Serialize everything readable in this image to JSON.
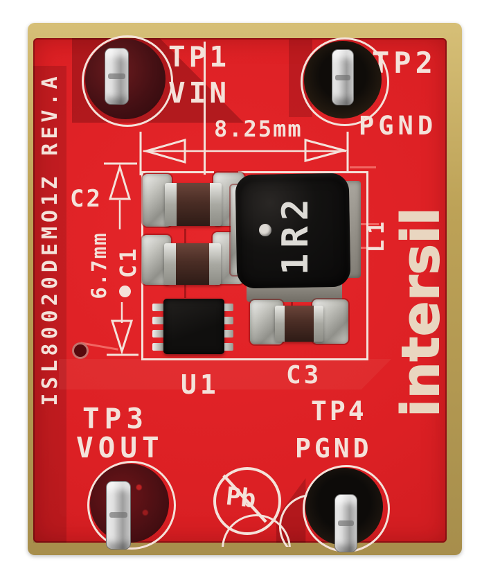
{
  "board": {
    "id_text": "ISL80020DEMO1Z REV.A",
    "logo_text": "intersil",
    "lead_free_mark": "Pb"
  },
  "test_points": {
    "tp1": {
      "ref": "TP1",
      "net": "VIN"
    },
    "tp2": {
      "ref": "TP2",
      "net": "PGND"
    },
    "tp3": {
      "ref": "TP3",
      "net": "VOUT"
    },
    "tp4": {
      "ref": "TP4",
      "net": "PGND"
    }
  },
  "dimensions": {
    "width": "8.25mm",
    "height": "6.7mm"
  },
  "components": {
    "c1": {
      "ref": "C1"
    },
    "c2": {
      "ref": "C2"
    },
    "c3": {
      "ref": "C3"
    },
    "u1": {
      "ref": "U1"
    },
    "l1": {
      "ref": "L1",
      "marking": "1R2"
    }
  },
  "colors": {
    "soldermask_red": "#dc2024",
    "silkscreen": "#f4e2da",
    "logo_cream": "#e9d6c0",
    "board_edge_tan": "#b59b55",
    "background": "#ffffff"
  }
}
